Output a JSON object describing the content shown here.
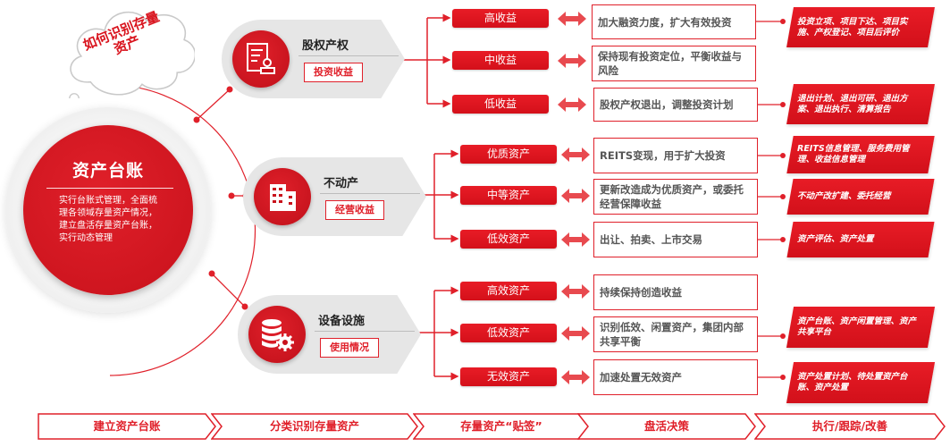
{
  "thought_bubble": {
    "text": "如何识别存量资产"
  },
  "hub": {
    "title": "资产台账",
    "description": "实行台账式管理，全面梳理各领域存量资产情况，建立盘活存量资产台账，实行动态管理"
  },
  "categories": [
    {
      "title": "股权产权",
      "badge": "投资收益",
      "icon": "certificate-stamp-icon",
      "levels": [
        {
          "label": "高收益",
          "action": "加大融资力度，扩大有效投资",
          "note": "投资立项、项目下达、项目实施、产权登记、项目后评价"
        },
        {
          "label": "中收益",
          "action": "保持现有投资定位，平衡收益与风险",
          "note": ""
        },
        {
          "label": "低收益",
          "action": "股权产权退出，调整投资计划",
          "note": "退出计划、退出可研、退出方案、退出执行、清算报告"
        }
      ]
    },
    {
      "title": "不动产",
      "badge": "经营收益",
      "icon": "building-icon",
      "levels": [
        {
          "label": "优质资产",
          "action": "REITS变现，用于扩大投资",
          "note": "REITS信息管理、服务费用管理、收益信息管理"
        },
        {
          "label": "中等资产",
          "action": "更新改造成为优质资产，或委托经营保障收益",
          "note": "不动产改扩建、委托经营"
        },
        {
          "label": "低效资产",
          "action": "出让、拍卖、上市交易",
          "note": "资产评估、资产处置"
        }
      ]
    },
    {
      "title": "设备设施",
      "badge": "使用情况",
      "icon": "database-gear-icon",
      "levels": [
        {
          "label": "高效资产",
          "action": "持续保持创造收益",
          "note": ""
        },
        {
          "label": "低效资产",
          "action": "识别低效、闲置资产，集团内部共享平衡",
          "note": "资产台账、资产闲置管理、资产共享平台"
        },
        {
          "label": "无效资产",
          "action": "加速处置无效资产",
          "note": "资产处置计划、待处置资产台账、资产处置"
        }
      ]
    }
  ],
  "process_steps": [
    {
      "label": "建立资产台账"
    },
    {
      "label": "分类识别存量资产"
    },
    {
      "label": "存量资产“贴签”"
    },
    {
      "label": "盘活决策"
    },
    {
      "label": "执行/跟踪/改善"
    }
  ],
  "colors": {
    "primary_red": "#e0202a",
    "card_gray": "#e6e6e6",
    "text_gray": "#555555"
  }
}
